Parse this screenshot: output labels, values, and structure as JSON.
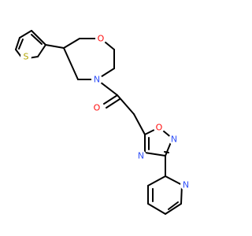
{
  "molecule": {
    "atoms": {
      "thiophene_s": {
        "label": "S",
        "color": "#b2a400"
      },
      "morpholine_o": {
        "label": "O",
        "color": "#ff0d0d"
      },
      "morpholine_n": {
        "label": "N",
        "color": "#3050f8"
      },
      "carbonyl_o": {
        "label": "O",
        "color": "#ff0d0d"
      },
      "oxadiazole_o": {
        "label": "O",
        "color": "#ff0d0d"
      },
      "oxadiazole_n_right": {
        "label": "N",
        "color": "#3050f8"
      },
      "oxadiazole_n_left": {
        "label": "N",
        "color": "#3050f8"
      },
      "pyridine_n": {
        "label": "N",
        "color": "#3050f8"
      }
    },
    "bond_color": "#000000"
  }
}
